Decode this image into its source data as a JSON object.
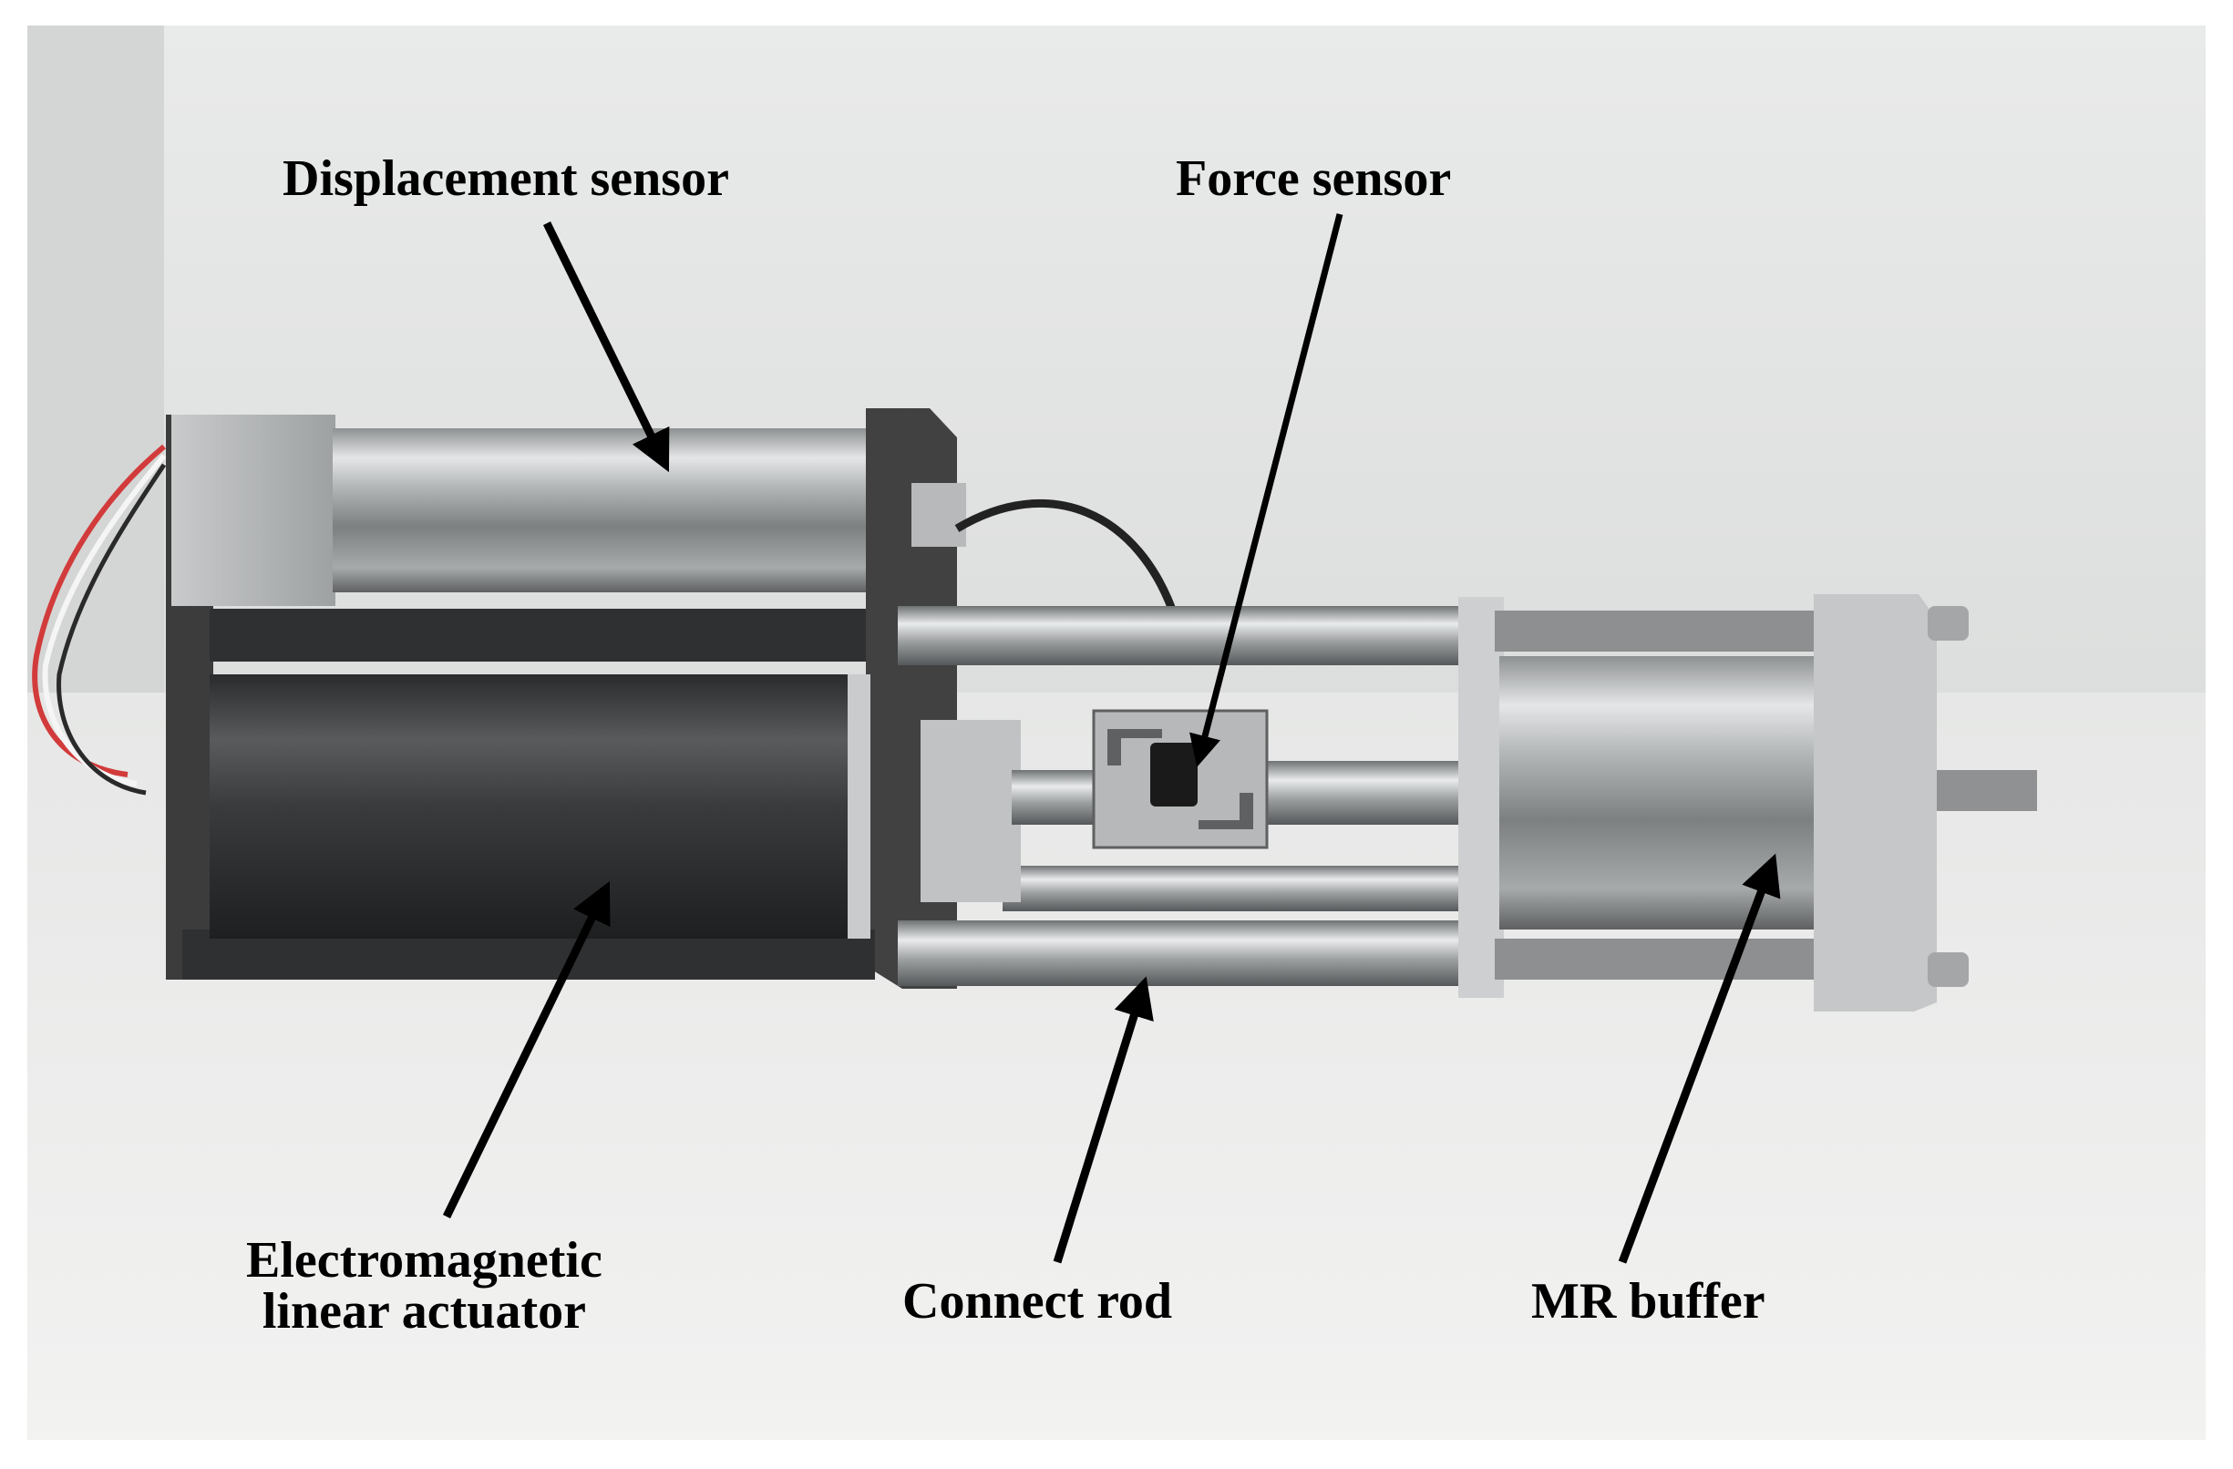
{
  "labels": {
    "displacement_sensor": "Displacement sensor",
    "force_sensor": "Force sensor",
    "actuator_line1": "Electromagnetic",
    "actuator_line2": "linear actuator",
    "connect_rod": "Connect rod",
    "mr_buffer": "MR buffer"
  },
  "colors": {
    "wall": "#e8e9e8",
    "table": "#efefee",
    "steel": "#c9cbcc",
    "dark_motor": "#3b3c3d",
    "plate": "#4a4949",
    "arrow": "#000000"
  }
}
